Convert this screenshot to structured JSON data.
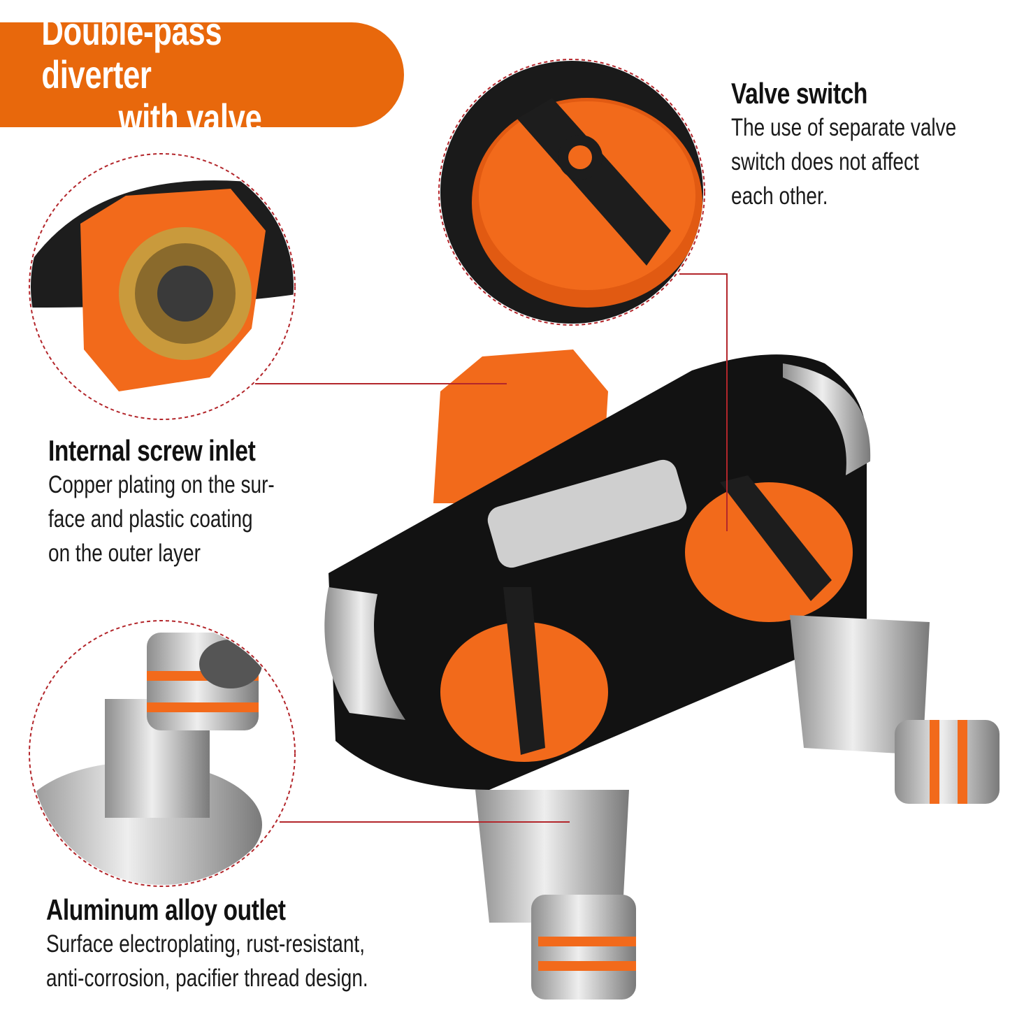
{
  "banner": {
    "line1": "Double-pass diverter",
    "line2": "with valve",
    "color": "#e8680c"
  },
  "features": [
    {
      "title": "Valve switch",
      "lines": [
        "The use of separate valve",
        "switch does not affect",
        "each other."
      ]
    },
    {
      "title": "Internal screw inlet",
      "lines": [
        "Copper plating on the sur-",
        "face and plastic coating",
        "on the outer layer"
      ]
    },
    {
      "title": "Aluminum alloy outlet",
      "lines": [
        "Surface electroplating, rust-resistant,",
        "anti-corrosion, pacifier thread design."
      ]
    }
  ],
  "colors": {
    "accent": "#e8680c",
    "knob_orange": "#f26a1b",
    "leader_line": "#b3262b",
    "body": "#151515",
    "metal": "#c8c8c8"
  }
}
